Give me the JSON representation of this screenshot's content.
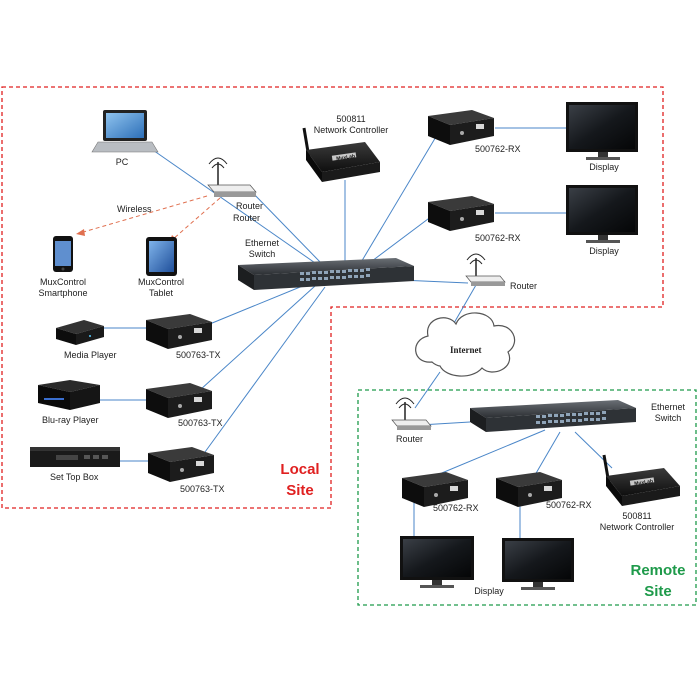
{
  "colors": {
    "local_border": "#e02020",
    "remote_border": "#1e9a4a",
    "link": "#4a86c8",
    "wireless": "#e07050"
  },
  "labels": {
    "pc": "PC",
    "controller_local_1": "500811",
    "controller_local_2": "Network Controller",
    "rx_1": "500762-RX",
    "rx_2": "500762-RX",
    "display_1": "Display",
    "display_2": "Display",
    "wireless": "Wireless",
    "router_wifi_1": "Router",
    "router_wifi_2": "Router",
    "switch_local_1": "Ethernet",
    "switch_local_2": "Switch",
    "router_local": "Router",
    "smartphone_1": "MuxControl",
    "smartphone_2": "Smartphone",
    "tablet_1": "MuxControl",
    "tablet_2": "Tablet",
    "media_player": "Media Player",
    "tx_1": "500763-TX",
    "bluray": "Blu-ray Player",
    "tx_2": "500763-TX",
    "set_top_box": "Set Top Box",
    "tx_3": "500763-TX",
    "local_site_1": "Local",
    "local_site_2": "Site",
    "internet": "Internet",
    "router_remote": "Router",
    "switch_remote_1": "Ethernet",
    "switch_remote_2": "Switch",
    "rx_remote_1": "500762-RX",
    "rx_remote_2": "500762-RX",
    "controller_remote_1": "500811",
    "controller_remote_2": "Network Controller",
    "display_remote": "Display",
    "remote_site_1": "Remote",
    "remote_site_2": "Site"
  },
  "devices": {
    "brand_mark": "MuxLab",
    "icons": [
      "laptop-icon",
      "network-controller-icon",
      "extender-icon",
      "monitor-icon",
      "router-icon",
      "switch-icon",
      "smartphone-icon",
      "tablet-icon",
      "media-player-icon",
      "bluray-player-icon",
      "set-top-box-icon",
      "cloud-icon"
    ]
  }
}
